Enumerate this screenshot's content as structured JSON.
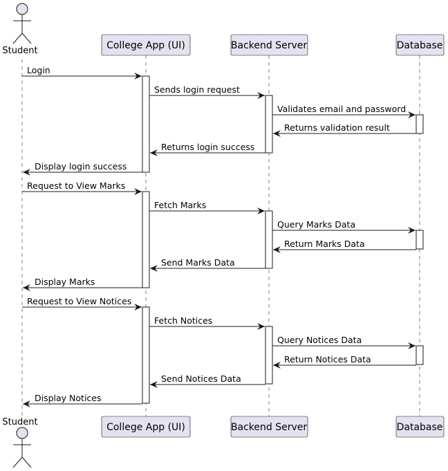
{
  "diagram": {
    "type": "sequence",
    "participants": [
      {
        "id": "student",
        "label": "Student",
        "kind": "actor"
      },
      {
        "id": "app",
        "label": "College App (UI)",
        "kind": "participant"
      },
      {
        "id": "backend",
        "label": "Backend Server",
        "kind": "participant"
      },
      {
        "id": "db",
        "label": "Database",
        "kind": "participant"
      }
    ],
    "messages": [
      {
        "from": "student",
        "to": "app",
        "label": "Login"
      },
      {
        "from": "app",
        "to": "backend",
        "label": "Sends login request"
      },
      {
        "from": "backend",
        "to": "db",
        "label": "Validates email and password"
      },
      {
        "from": "db",
        "to": "backend",
        "label": "Returns validation result"
      },
      {
        "from": "backend",
        "to": "app",
        "label": "Returns login success"
      },
      {
        "from": "app",
        "to": "student",
        "label": "Display login success"
      },
      {
        "from": "student",
        "to": "app",
        "label": "Request to View Marks"
      },
      {
        "from": "app",
        "to": "backend",
        "label": "Fetch Marks"
      },
      {
        "from": "backend",
        "to": "db",
        "label": "Query Marks Data"
      },
      {
        "from": "db",
        "to": "backend",
        "label": "Return Marks Data"
      },
      {
        "from": "backend",
        "to": "app",
        "label": "Send Marks Data"
      },
      {
        "from": "app",
        "to": "student",
        "label": "Display Marks"
      },
      {
        "from": "student",
        "to": "app",
        "label": "Request to View Notices"
      },
      {
        "from": "app",
        "to": "backend",
        "label": "Fetch Notices"
      },
      {
        "from": "backend",
        "to": "db",
        "label": "Query Notices Data"
      },
      {
        "from": "db",
        "to": "backend",
        "label": "Return Notices Data"
      },
      {
        "from": "backend",
        "to": "app",
        "label": "Send Notices Data"
      },
      {
        "from": "app",
        "to": "student",
        "label": "Display Notices"
      }
    ],
    "colors": {
      "participant_fill": "#e2e2f0",
      "border": "#181818",
      "lifeline": "#7f7f7f",
      "activation_fill": "#ffffff"
    }
  }
}
